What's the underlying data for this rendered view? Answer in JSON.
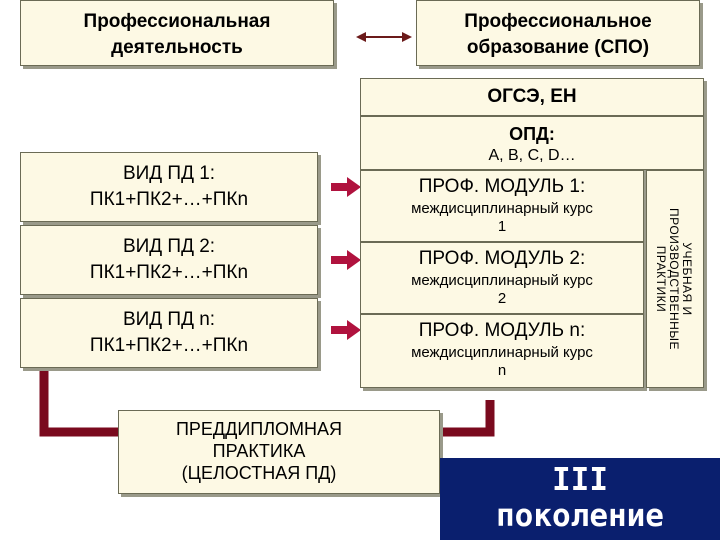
{
  "top": {
    "activity": "Профессиональная деятельность",
    "education": "Профессиональное образование (СПО)"
  },
  "cycles": {
    "general": "ОГСЭ, ЕН",
    "opd_title": "ОПД:",
    "opd_sub": "A, B, C, D…"
  },
  "activities": [
    {
      "line1": "ВИД ПД 1:",
      "line2": "ПК1+ПК2+…+ПКn"
    },
    {
      "line1": "ВИД ПД 2:",
      "line2": "ПК1+ПК2+…+ПКn"
    },
    {
      "line1": "ВИД ПД n:",
      "line2": "ПК1+ПК2+…+ПКn"
    }
  ],
  "modules": [
    {
      "title": "ПРОФ. МОДУЛЬ 1:",
      "course": "междисциплинарный курс",
      "num": "1"
    },
    {
      "title": "ПРОФ. МОДУЛЬ 2:",
      "course": "междисциплинарный курс",
      "num": "2"
    },
    {
      "title": "ПРОФ. МОДУЛЬ n:",
      "course": "междисциплинарный курс",
      "num": "n"
    }
  ],
  "practice_side": "УЧЕБНАЯ И ПРОИЗВОДСТВЕННЫЕ ПРАКТИКИ",
  "prediploma": {
    "line1": "ПРЕДДИПЛОМНАЯ",
    "line2": "ПРАКТИКА",
    "line3": "(ЦЕЛОСТНАЯ ПД)"
  },
  "generation": {
    "line1": "III",
    "line2": "поколение"
  },
  "colors": {
    "box_fill": "#fdf9e4",
    "arrow": "#b0123e",
    "connector": "#7a0a1e",
    "generation_bg": "#0a1f6e"
  }
}
